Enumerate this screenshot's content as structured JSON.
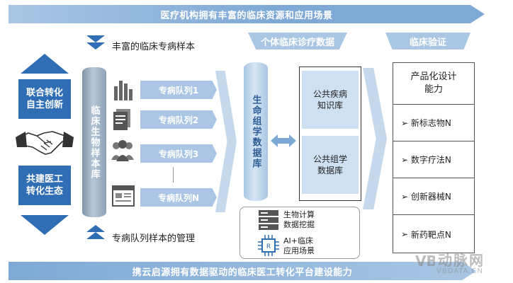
{
  "banner_top": "医疗机构拥有丰富的临床资源和应用场景",
  "banner_bottom": "携云启源拥有数据驱动的临床医工转化平台建设能力",
  "left": {
    "box1": "联合转化\n自主创新",
    "box2": "共建医工\n转化生态"
  },
  "samples": {
    "top_label": "丰富的临床专病样本",
    "bottom_label": "专病队列样本的管理",
    "cylinder": "临床生物样本库",
    "cohorts": [
      "专病队列1",
      "专病队列2",
      "专病队列3",
      "专病队列N"
    ]
  },
  "individual": {
    "header": "个体临床诊疗数据",
    "cylinder": "生命组学数据库",
    "kb1": "公共疾病\n知识库",
    "kb2": "公共组学\n数据库",
    "tool1": "生物计算\n数据挖掘",
    "tool2": "AI+临床\n应用场景"
  },
  "validation": {
    "header": "临床验证",
    "title": "产品化设计\n能力",
    "items": [
      "新标志物N",
      "数字疗法N",
      "创新器械N",
      "新药靶点N"
    ]
  },
  "watermark": {
    "brand": "动脉网",
    "url": "VBDATA.CN"
  },
  "colors": {
    "primary": "#2f6db5",
    "light": "#a9c6e3",
    "pale": "#cfe0f2"
  }
}
